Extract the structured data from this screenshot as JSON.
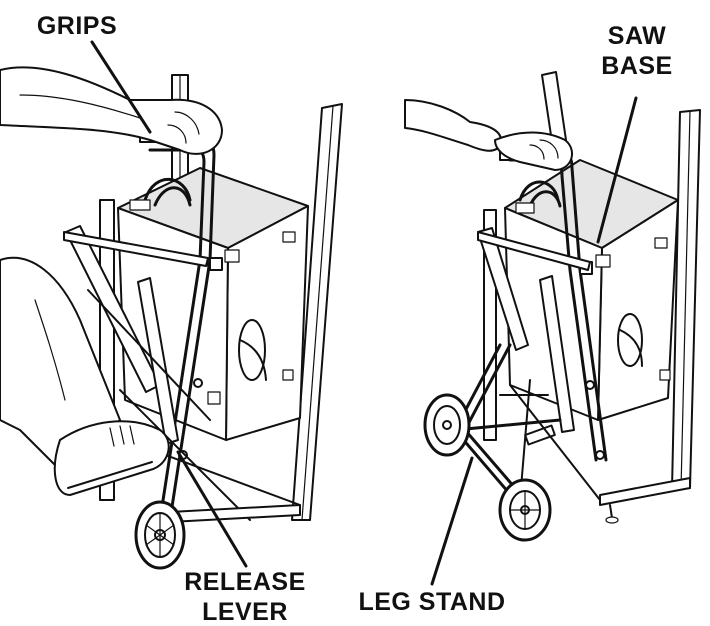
{
  "labels": {
    "grips": "GRIPS",
    "saw_base_line1": "SAW",
    "saw_base_line2": "BASE",
    "release_lever_line1": "RELEASE",
    "release_lever_line2": "LEVER",
    "leg_stand": "LEG STAND"
  },
  "colors": {
    "ink": "#111111",
    "paper": "#ffffff",
    "panel": "#e6e6e6"
  }
}
